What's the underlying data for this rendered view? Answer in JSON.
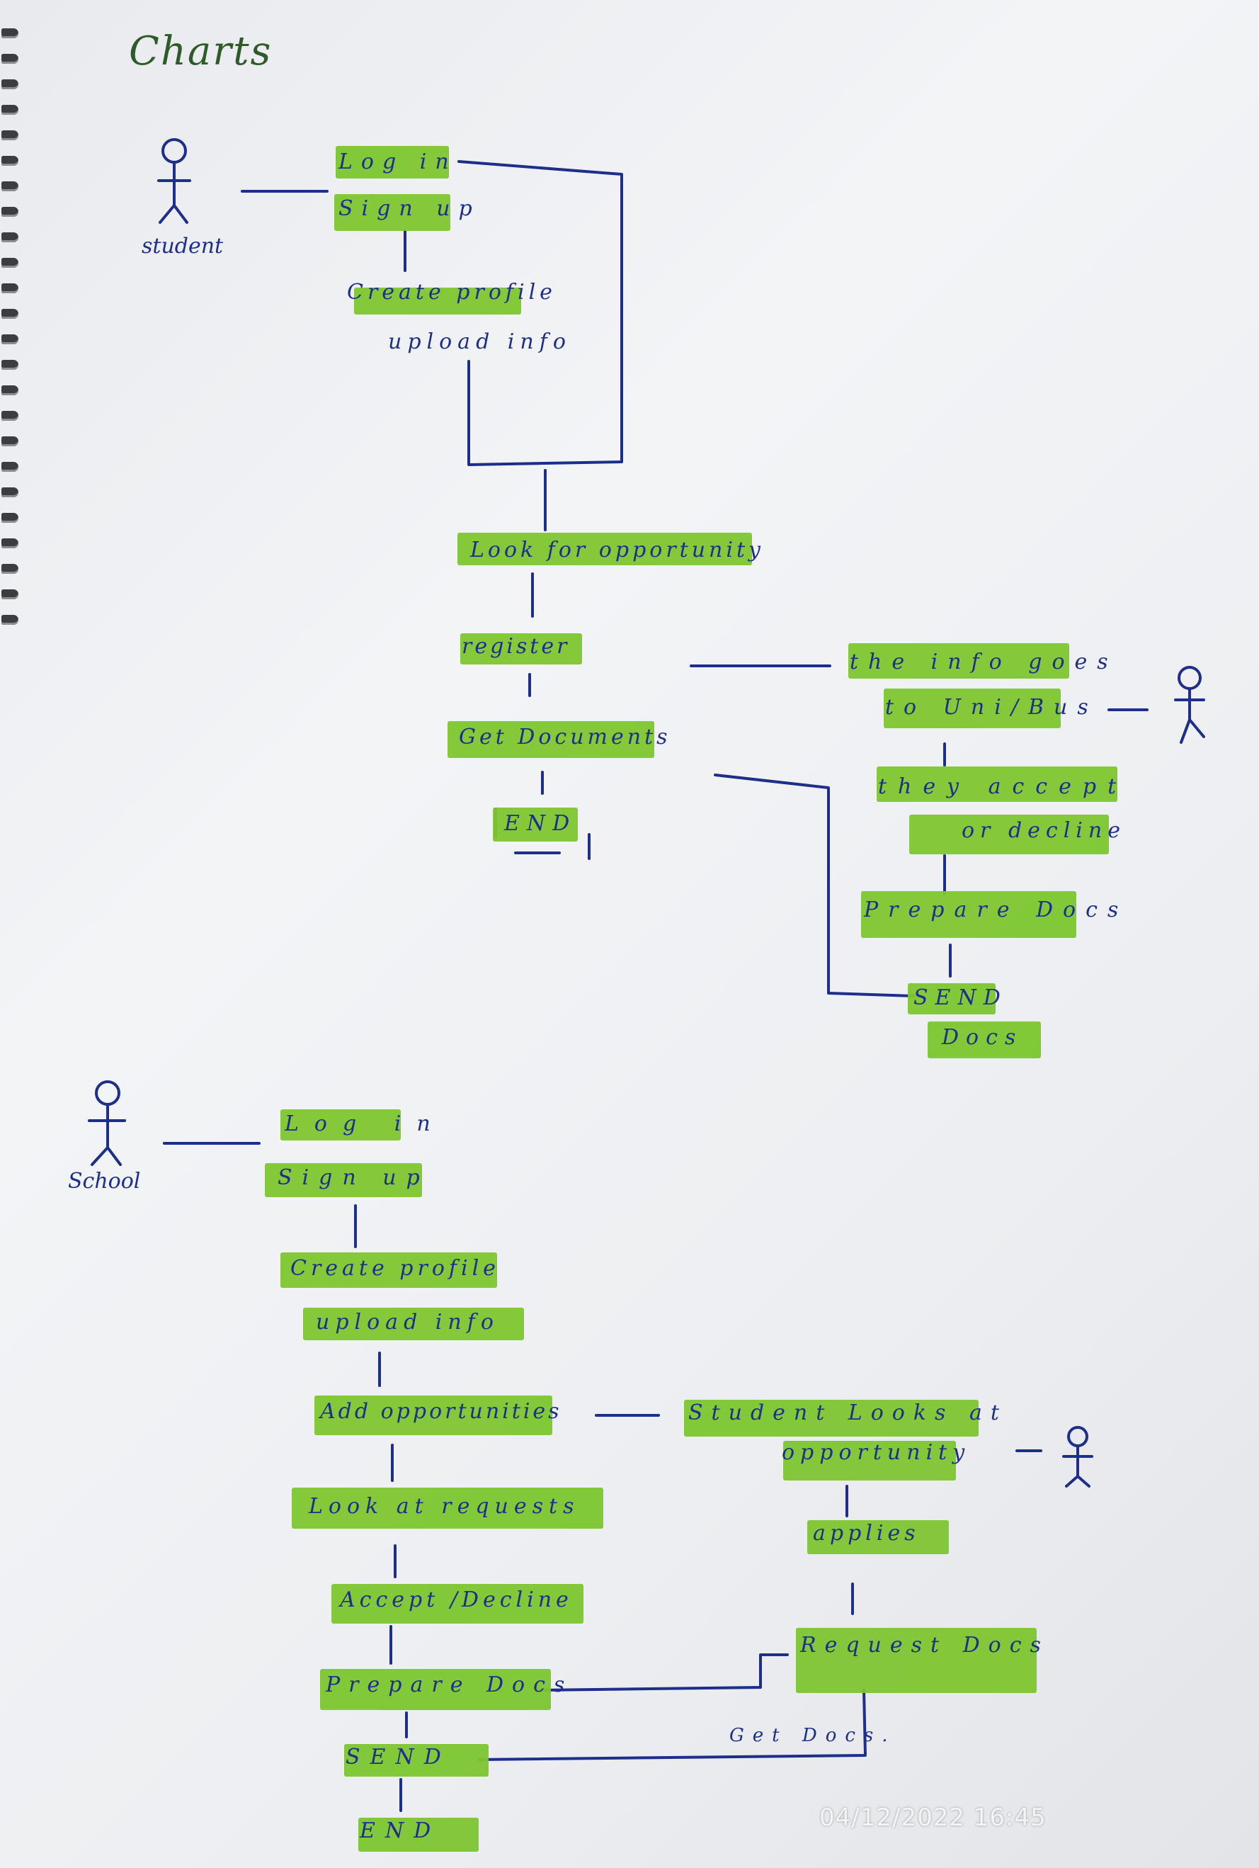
{
  "title": "Charts",
  "colors": {
    "highlight": "#7cc62f",
    "ink": "#1d2f8a",
    "paper": "#eef0f3"
  },
  "student_flow": {
    "actor": "student",
    "login": "Log in",
    "signup": "Sign up",
    "create_profile": "Create profile",
    "upload_info": "upload info",
    "look": "Look for opportunity",
    "register": "register",
    "get_documents": "Get Documents",
    "end": "END"
  },
  "university_flow": {
    "info_goes_1": "the info goes",
    "info_goes_2": "to Uni/Bus",
    "accept_1": "they accept",
    "accept_2": "or decline",
    "prepare": "Prepare Docs",
    "send_1": "SEND",
    "send_2": "Docs"
  },
  "school_flow": {
    "actor": "School",
    "login": "Log in",
    "signup": "Sign up",
    "create_profile": "Create profile",
    "upload_info": "upload info",
    "add_opportunities": "Add opportunities",
    "look_requests": "Look at requests",
    "accept_decline": "Accept /Decline",
    "prepare": "Prepare Docs",
    "send": "SEND",
    "end": "END"
  },
  "student_side_flow": {
    "looks_1": "Student Looks at",
    "looks_2": "opportunity",
    "applies": "applies",
    "request": "Request Docs",
    "get_docs": "Get Docs."
  },
  "timestamp": "04/12/2022 16:45"
}
